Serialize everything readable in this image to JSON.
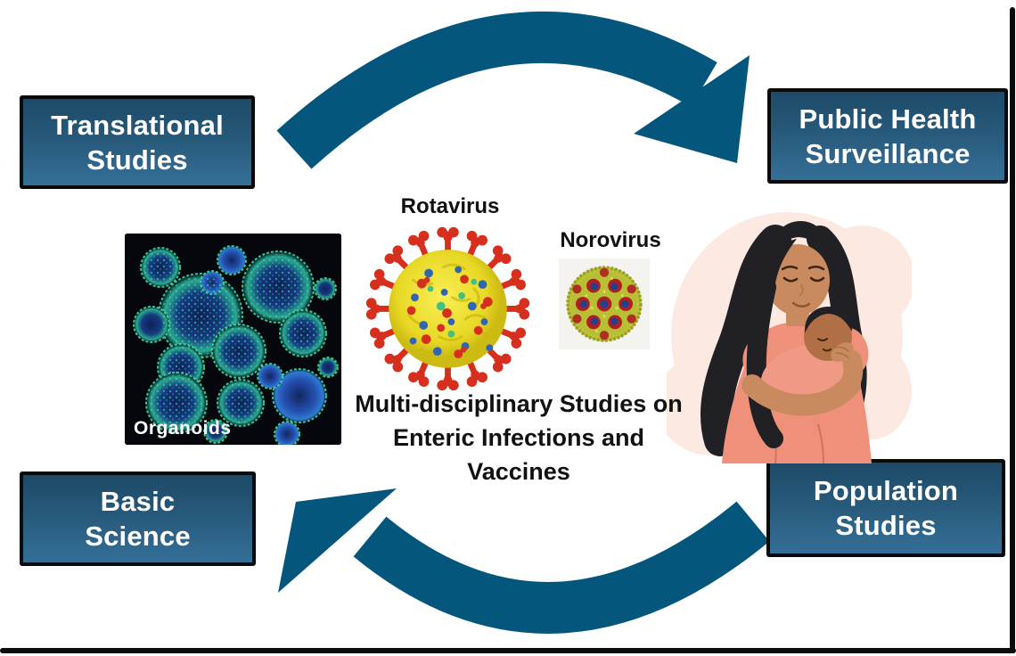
{
  "figure": {
    "center_title": {
      "full": "Multi-disciplinary Studies on Enteric Infections and Vaccines",
      "line1": "Multi-disciplinary Studies on",
      "line2": "Enteric Infections and",
      "line3": "Vaccines"
    },
    "boxes": {
      "translational": {
        "line1": "Translational",
        "line2": "Studies"
      },
      "public_health": {
        "line1": "Public Health",
        "line2": "Surveillance"
      },
      "basic_science": {
        "line1": "Basic",
        "line2": "Science"
      },
      "population": {
        "line1": "Population",
        "line2": "Studies"
      }
    },
    "image_labels": {
      "rotavirus": "Rotavirus",
      "norovirus": "Norovirus",
      "organoids": "Organoids"
    },
    "colors": {
      "arrow": "#05567d",
      "box_gradient_top": "#1d4a68",
      "box_gradient_bottom": "#356f97",
      "box_border": "#0a0a0a",
      "box_text": "#ffffff",
      "title_text": "#111111",
      "rotavirus_body": "#e8d826",
      "rotavirus_spikes": "#d62f1e",
      "norovirus_body": "#b9bf35",
      "organoid_glow": "#3fe39c",
      "illustration_skin": "#c98a60",
      "illustration_dress": "#ef907b"
    }
  }
}
